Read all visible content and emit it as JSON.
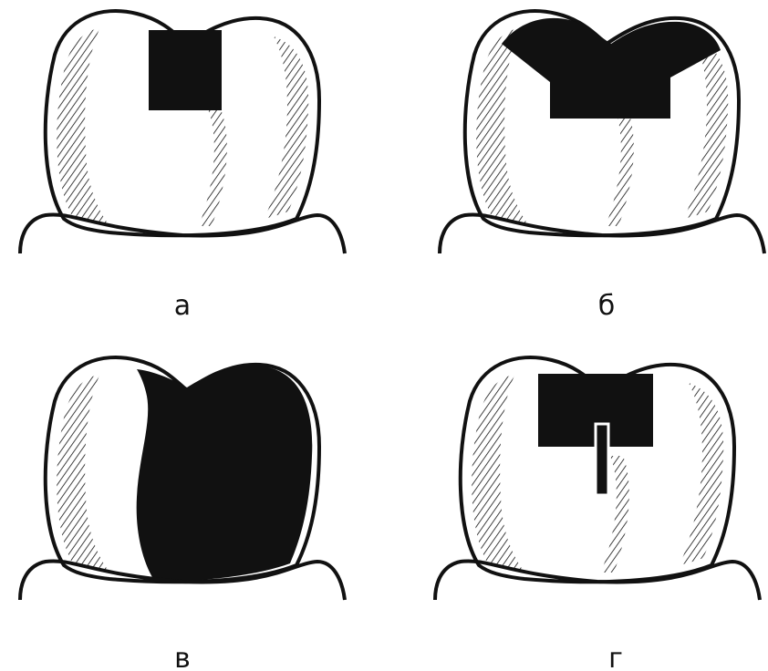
{
  "panels": [
    {
      "id": "a",
      "label": "а",
      "cavity": "occlusal-box"
    },
    {
      "id": "b",
      "label": "б",
      "cavity": "occlusal-full-width"
    },
    {
      "id": "v",
      "label": "в",
      "cavity": "half-crown"
    },
    {
      "id": "g",
      "label": "г",
      "cavity": "occlusal-box-with-pin"
    }
  ],
  "colors": {
    "ink": "#111111",
    "fill": "#ffffff",
    "background": "#ffffff"
  }
}
